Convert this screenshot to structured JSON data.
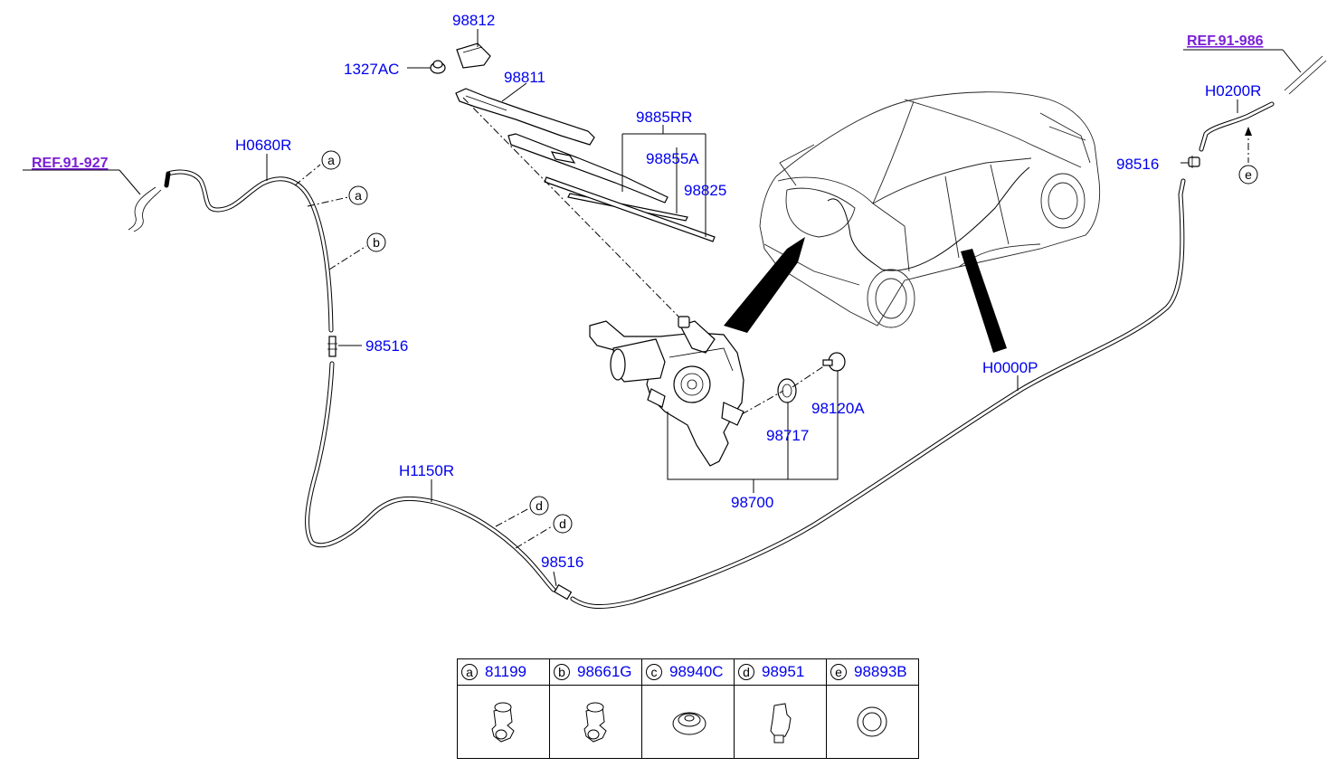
{
  "labels": {
    "p98812": "98812",
    "p1327ac": "1327AC",
    "p98811": "98811",
    "p9885rr": "9885RR",
    "p98855a": "98855A",
    "p98825": "98825",
    "h0680r": "H0680R",
    "ref_left": "REF.91-927",
    "ref_right": "REF.91-986",
    "h0200r": "H0200R",
    "p98516_right": "98516",
    "p98516_left": "98516",
    "p98516_bottom": "98516",
    "h1150r": "H1150R",
    "h0000p": "H0000P",
    "p98120a": "98120A",
    "p98717": "98717",
    "p98700": "98700"
  },
  "callouts": {
    "a1": "a",
    "a2": "a",
    "b": "b",
    "d1": "d",
    "d2": "d",
    "e": "e"
  },
  "legend": [
    {
      "letter": "a",
      "part": "81199",
      "icon": "clip-icon"
    },
    {
      "letter": "b",
      "part": "98661G",
      "icon": "clip-icon"
    },
    {
      "letter": "c",
      "part": "98940C",
      "icon": "grommet-icon"
    },
    {
      "letter": "d",
      "part": "98951",
      "icon": "clip-icon"
    },
    {
      "letter": "e",
      "part": "98893B",
      "icon": "grommet-icon"
    }
  ]
}
